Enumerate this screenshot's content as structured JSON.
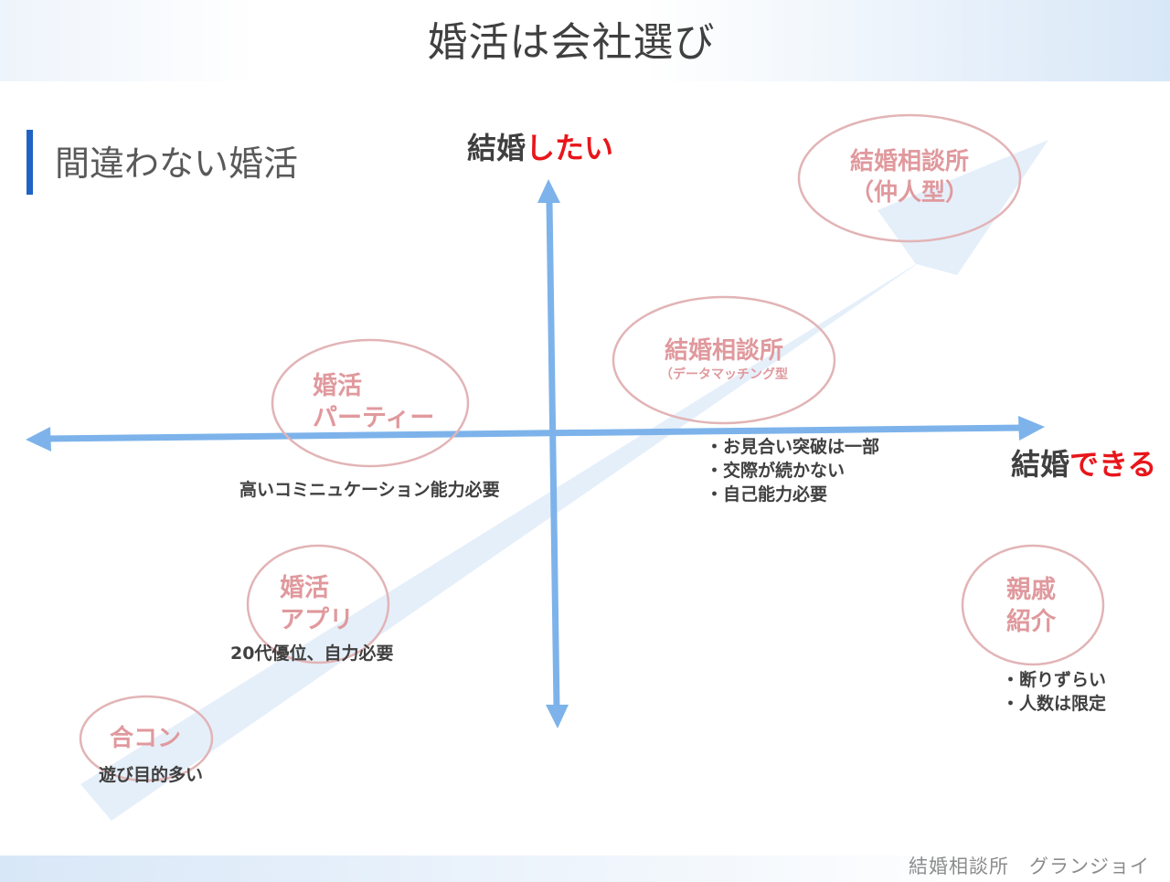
{
  "header": {
    "title": "婚活は会社選び"
  },
  "subtitle": "間違わない婚活",
  "axes": {
    "y_label_main": "結婚",
    "y_label_accent": "したい",
    "x_label_main": "結婚",
    "x_label_accent": "できる"
  },
  "bubbles": {
    "nakodo": {
      "line1": "結婚相談所",
      "line2": "（仲人型）"
    },
    "data_matching": {
      "line1": "結婚相談所",
      "line2": "（データマッチング型"
    },
    "party": {
      "line1": "婚活",
      "line2": "パーティー"
    },
    "app": {
      "line1": "婚活",
      "line2": "アプリ"
    },
    "goukon": {
      "line1": "合コン"
    },
    "shinseki": {
      "line1": "親戚",
      "line2": "紹介"
    }
  },
  "notes": {
    "party": "高いコミニュケーション能力必要",
    "app": "20代優位、自力必要",
    "goukon": "遊び目的多い",
    "data_matching": [
      "・お見合い突破は一部",
      "・交際が続かない",
      "・自己能力必要"
    ],
    "shinseki": [
      "・断りずらい",
      "・人数は限定"
    ]
  },
  "colors": {
    "axis": "#7db3ea",
    "trend_arrow": "#e5effa",
    "bubble_stroke": "#e2b4b6",
    "bubble_text": "#e0999d",
    "accent_red": "#e8161b",
    "subtitle_bar": "#1f63c6"
  },
  "footer": {
    "text": "結婚相談所　グランジョイ"
  }
}
